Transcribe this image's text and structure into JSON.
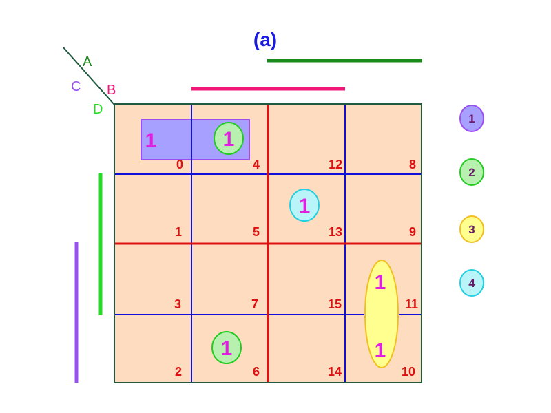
{
  "title": "(a)",
  "variables": {
    "a": "A",
    "b": "B",
    "c": "C",
    "d": "D"
  },
  "cells": {
    "c0": "0",
    "c4": "4",
    "c12": "12",
    "c8": "8",
    "c1": "1",
    "c5": "5",
    "c13": "13",
    "c9": "9",
    "c3": "3",
    "c7": "7",
    "c15": "15",
    "c11": "11",
    "c2": "2",
    "c6": "6",
    "c14": "14",
    "c10": "10"
  },
  "ones": {
    "m0": "1",
    "m4": "1",
    "m13": "1",
    "m6": "1",
    "m11": "1",
    "m10": "1"
  },
  "legend": {
    "g1": "1",
    "g2": "2",
    "g3": "3",
    "g4": "4"
  },
  "colors": {
    "map_fill": "#fddcc0",
    "outer_border": "#1f5a40",
    "grid_blue": "#1010d8",
    "grid_red": "#e01010",
    "title": "#1a1ae0",
    "var_A": "#1a8a1a",
    "var_B": "#f01878",
    "var_C": "#9a50f0",
    "var_D": "#22dd22",
    "cell_number": "#dd1111",
    "minterm_one": "#e020e0",
    "group1": "#a8a0ff",
    "group2": "#b8f0b0",
    "group3": "#ffff90",
    "group4": "#b8f4f8"
  }
}
